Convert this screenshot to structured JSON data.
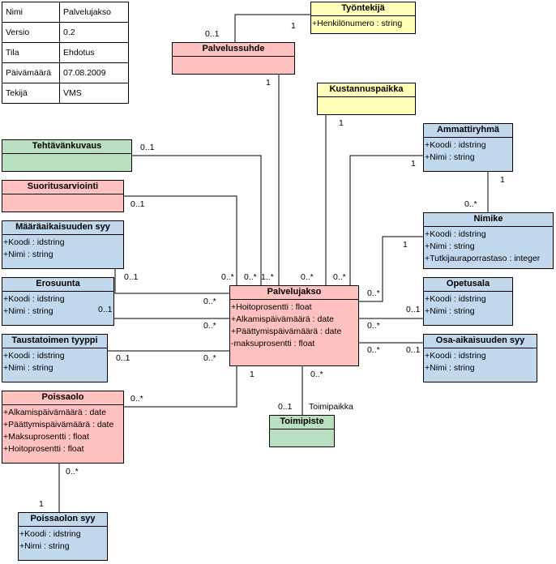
{
  "meta": [
    {
      "key": "Nimi",
      "value": "Palvelujakso"
    },
    {
      "key": "Versio",
      "value": "0.2"
    },
    {
      "key": "Tila",
      "value": "Ehdotus"
    },
    {
      "key": "Päivämäärä",
      "value": "07.08.2009"
    },
    {
      "key": "Tekijä",
      "value": "VMS"
    }
  ],
  "classes": {
    "tyontekija": {
      "title": "Työntekijä",
      "attrs": [
        "+Henkilönumero : string"
      ]
    },
    "palvelussuhde": {
      "title": "Palvelussuhde",
      "attrs": []
    },
    "kustannuspaikka": {
      "title": "Kustannuspaikka",
      "attrs": []
    },
    "tehtavankuvaus": {
      "title": "Tehtävänkuvaus",
      "attrs": []
    },
    "suoritusarviointi": {
      "title": "Suoritusarviointi",
      "attrs": []
    },
    "maaraaikaisuuden_syy": {
      "title": "Määräaikaisuuden syy",
      "attrs": [
        "+Koodi : idstring",
        "+Nimi : string"
      ]
    },
    "erosuunta": {
      "title": "Erosuunta",
      "attrs": [
        "+Koodi : idstring",
        "+Nimi : string"
      ]
    },
    "taustatoimen_tyyppi": {
      "title": "Taustatoimen tyyppi",
      "attrs": [
        "+Koodi : idstring",
        "+Nimi : string"
      ]
    },
    "poissaolo": {
      "title": "Poissaolo",
      "attrs": [
        "+Alkamispäivämäärä : date",
        "+Päättymispäivämäärä : date",
        "+Maksuprosentti : float",
        "+Hoitoprosentti : float"
      ]
    },
    "poissaolon_syy": {
      "title": "Poissaolon syy",
      "attrs": [
        "+Koodi : idstring",
        "+Nimi : string"
      ]
    },
    "palvelujakso": {
      "title": "Palvelujakso",
      "attrs": [
        "+Hoitoprosentti : float",
        "+Alkamispäivämäärä : date",
        "+Päättymispäivämäärä : date",
        "-maksuprosentti : float"
      ]
    },
    "ammattiryhma": {
      "title": "Ammattiryhmä",
      "attrs": [
        "+Koodi : idstring",
        "+Nimi : string"
      ]
    },
    "nimike": {
      "title": "Nimike",
      "attrs": [
        "+Koodi : idstring",
        "+Nimi : string",
        "+Tutkijauraporrastaso : integer"
      ]
    },
    "opetusala": {
      "title": "Opetusala",
      "attrs": [
        "+Koodi : idstring",
        "+Nimi : string"
      ]
    },
    "osa_aikaisuuden_syy": {
      "title": "Osa-aikaisuuden syy",
      "attrs": [
        "+Koodi : idstring",
        "+Nimi : string"
      ]
    },
    "toimipiste": {
      "title": "Toimipiste",
      "attrs": []
    }
  },
  "multiplicities": {
    "tyontekija_palvelussuhde_a": "0..1",
    "tyontekija_palvelussuhde_b": "1",
    "palvelussuhde_bottom": "1",
    "kustannuspaikka_bottom": "1",
    "tehtavankuvaus_right": "0..1",
    "suoritusarviointi_right": "0..1",
    "maaraaikaisuus_right": "0..1",
    "erosuunta_right": "0..1",
    "taustatoimi_right": "0..1",
    "poissaolo_right": "0..*",
    "poissaolo_bottom": "0..*",
    "poissaolon_syy_top": "1",
    "pj_top_1": "0..*",
    "pj_top_2": "0..*",
    "pj_top_3": "1..*",
    "pj_top_4": "0..*",
    "pj_top_5": "0..*",
    "pj_left_1": "0..*",
    "pj_left_2": "0..*",
    "pj_left_3": "0..*",
    "pj_right_1": "0..*",
    "pj_right_2": "0..*",
    "pj_right_3": "0..*",
    "pj_bottom_left": "1",
    "pj_bottom_right": "0..*",
    "ammattiryhma_left": "1",
    "ammattiryhma_bottom": "1",
    "nimike_top": "0..*",
    "nimike_left": "1",
    "opetusala_left": "0..1",
    "osa_aikaisuus_left": "0..1",
    "toimipiste_top": "0..1",
    "toimipaikka_role": "Toimipaikka"
  }
}
